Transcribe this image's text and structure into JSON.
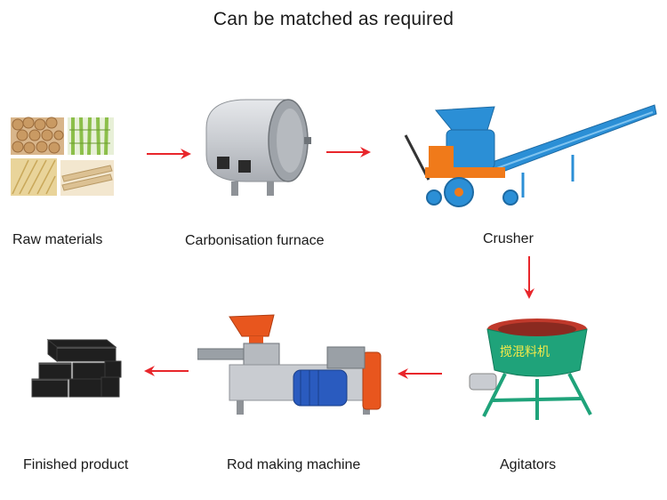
{
  "title": "Can be matched as required",
  "steps": [
    {
      "label": "Raw materials",
      "icon": "raw-materials-image"
    },
    {
      "label": "Carbonisation furnace",
      "icon": "furnace-image"
    },
    {
      "label": "Crusher",
      "icon": "crusher-image"
    },
    {
      "label": "Agitators",
      "icon": "agitator-image",
      "text_on_drum": "搅混料机"
    },
    {
      "label": "Rod making machine",
      "icon": "rod-machine-image"
    },
    {
      "label": "Finished product",
      "icon": "charcoal-briquettes-image"
    }
  ],
  "colors": {
    "arrow": "#e8262b",
    "crusher_blue": "#2b8fd6",
    "crusher_orange": "#f07a1a",
    "agitator_green": "#1fa37a",
    "agitator_red": "#c0392b",
    "rod_orange": "#e8561e",
    "rod_blue": "#2a5bbf",
    "furnace_grey": "#c9ccd1",
    "charcoal": "#1f1f1f"
  }
}
